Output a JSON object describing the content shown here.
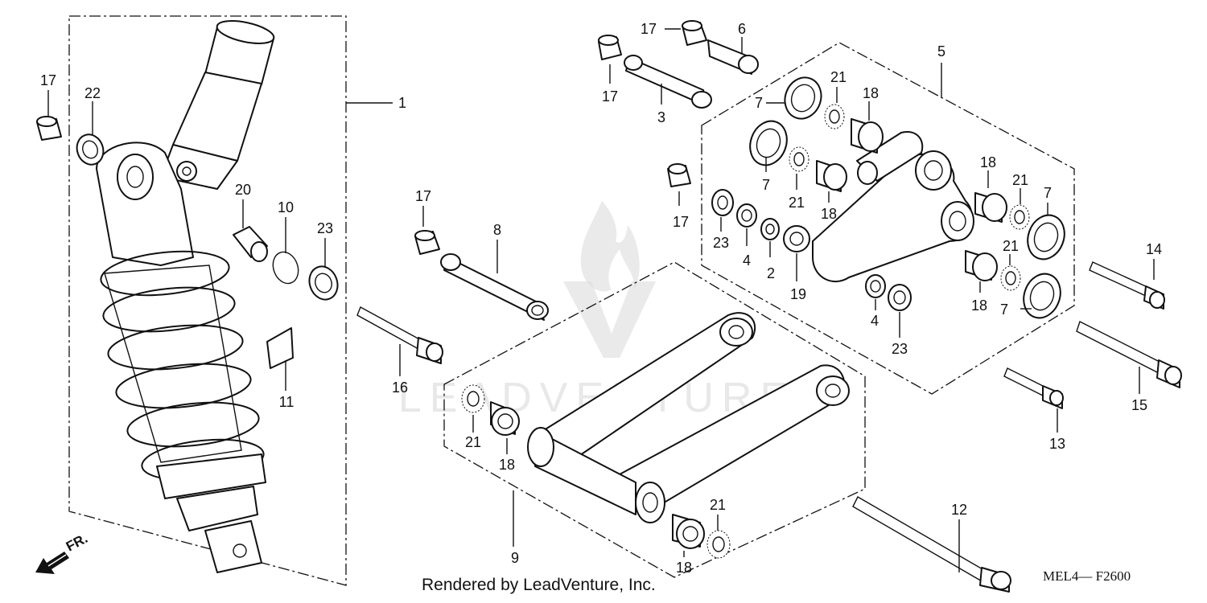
{
  "diagram": {
    "callouts": [
      {
        "id": "c1",
        "text": "1"
      },
      {
        "id": "c2",
        "text": "2"
      },
      {
        "id": "c3",
        "text": "3"
      },
      {
        "id": "c4a",
        "text": "4"
      },
      {
        "id": "c4b",
        "text": "4"
      },
      {
        "id": "c5",
        "text": "5"
      },
      {
        "id": "c6",
        "text": "6"
      },
      {
        "id": "c7a",
        "text": "7"
      },
      {
        "id": "c7b",
        "text": "7"
      },
      {
        "id": "c7c",
        "text": "7"
      },
      {
        "id": "c7d",
        "text": "7"
      },
      {
        "id": "c8",
        "text": "8"
      },
      {
        "id": "c9",
        "text": "9"
      },
      {
        "id": "c10",
        "text": "10"
      },
      {
        "id": "c11",
        "text": "11"
      },
      {
        "id": "c12",
        "text": "12"
      },
      {
        "id": "c13",
        "text": "13"
      },
      {
        "id": "c14",
        "text": "14"
      },
      {
        "id": "c15",
        "text": "15"
      },
      {
        "id": "c16",
        "text": "16"
      },
      {
        "id": "c17a",
        "text": "17"
      },
      {
        "id": "c17b",
        "text": "17"
      },
      {
        "id": "c17c",
        "text": "17"
      },
      {
        "id": "c17d",
        "text": "17"
      },
      {
        "id": "c17e",
        "text": "17"
      },
      {
        "id": "c18a",
        "text": "18"
      },
      {
        "id": "c18b",
        "text": "18"
      },
      {
        "id": "c18c",
        "text": "18"
      },
      {
        "id": "c18d",
        "text": "18"
      },
      {
        "id": "c18e",
        "text": "18"
      },
      {
        "id": "c18f",
        "text": "18"
      },
      {
        "id": "c19",
        "text": "19"
      },
      {
        "id": "c20",
        "text": "20"
      },
      {
        "id": "c21a",
        "text": "21"
      },
      {
        "id": "c21b",
        "text": "21"
      },
      {
        "id": "c21c",
        "text": "21"
      },
      {
        "id": "c21d",
        "text": "21"
      },
      {
        "id": "c21e",
        "text": "21"
      },
      {
        "id": "c21f",
        "text": "21"
      },
      {
        "id": "c22",
        "text": "22"
      },
      {
        "id": "c23a",
        "text": "23"
      },
      {
        "id": "c23b",
        "text": "23"
      },
      {
        "id": "c23c",
        "text": "23"
      }
    ],
    "direction_label": "FR.",
    "diagram_code": "MEL4— F2600",
    "footer": "Rendered by LeadVenture, Inc.",
    "watermark": "LEADVENTURE"
  }
}
